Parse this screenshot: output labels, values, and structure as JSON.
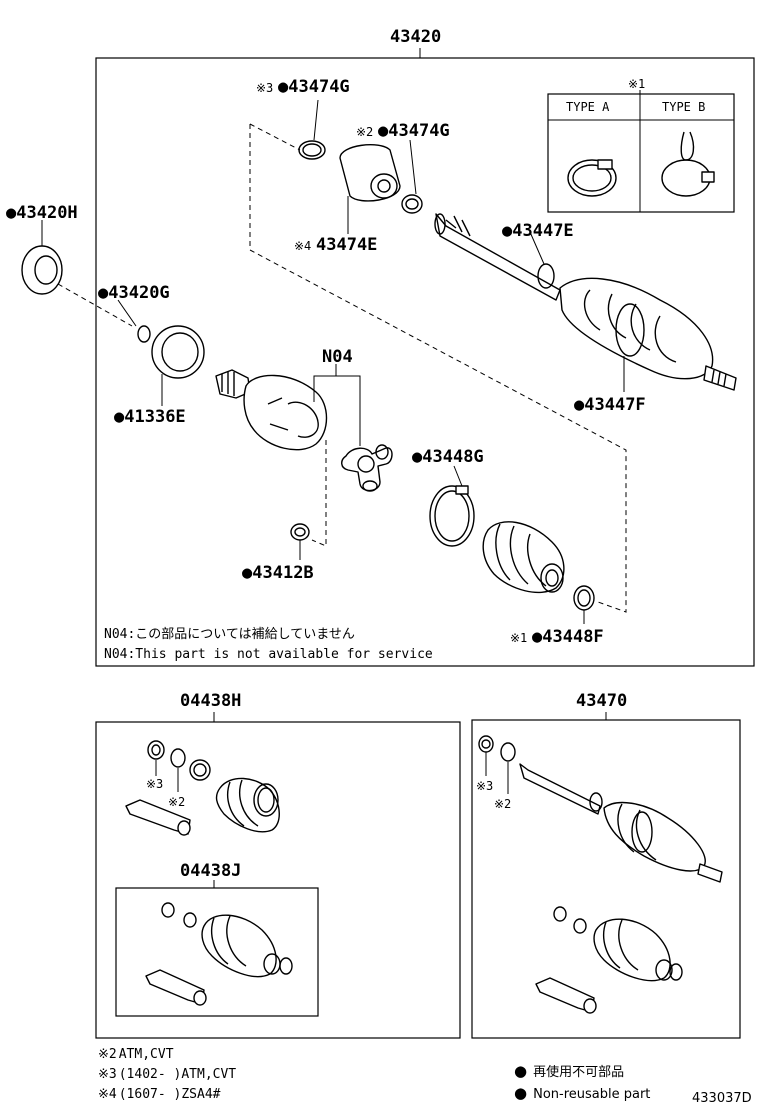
{
  "figure_code": "433037D",
  "main_assembly": {
    "number": "43420",
    "parts": [
      {
        "key": "p43474G_a",
        "mark": "※3",
        "dot": true,
        "number": "43474G"
      },
      {
        "key": "p43474G_b",
        "mark": "※2",
        "dot": true,
        "number": "43474G"
      },
      {
        "key": "p43474E",
        "mark": "※4",
        "dot": false,
        "number": "43474E"
      },
      {
        "key": "p43447E",
        "mark": "",
        "dot": true,
        "number": "43447E"
      },
      {
        "key": "p43447F",
        "mark": "",
        "dot": true,
        "number": "43447F"
      },
      {
        "key": "p43420H",
        "mark": "",
        "dot": true,
        "number": "43420H"
      },
      {
        "key": "p43420G",
        "mark": "",
        "dot": true,
        "number": "43420G"
      },
      {
        "key": "p41336E",
        "mark": "",
        "dot": true,
        "number": "41336E"
      },
      {
        "key": "pN04",
        "mark": "",
        "dot": false,
        "number": "N04"
      },
      {
        "key": "p43448G",
        "mark": "",
        "dot": true,
        "number": "43448G"
      },
      {
        "key": "p43412B",
        "mark": "",
        "dot": true,
        "number": "43412B"
      },
      {
        "key": "p43448F",
        "mark": "※1",
        "dot": true,
        "number": "43448F"
      }
    ],
    "type_box": {
      "mark": "※1",
      "type_a": "TYPE A",
      "type_b": "TYPE B"
    },
    "notes": [
      "N04:この部品については補給していません",
      "N04:This part is not available for service"
    ]
  },
  "kit_left": {
    "number": "04438H",
    "marks": [
      "※3",
      "※2"
    ],
    "sub_kit": {
      "number": "04438J"
    }
  },
  "kit_right": {
    "number": "43470",
    "marks": [
      "※3",
      "※2"
    ]
  },
  "footnotes": [
    {
      "mark": "※2",
      "text": "ATM,CVT"
    },
    {
      "mark": "※3",
      "text": "(1402-     )ATM,CVT"
    },
    {
      "mark": "※4",
      "text": "(1607-     )ZSA4#"
    }
  ],
  "legend": [
    {
      "symbol": "●",
      "text": "再使用不可部品"
    },
    {
      "symbol": "●",
      "text": "Non-reusable part"
    }
  ]
}
